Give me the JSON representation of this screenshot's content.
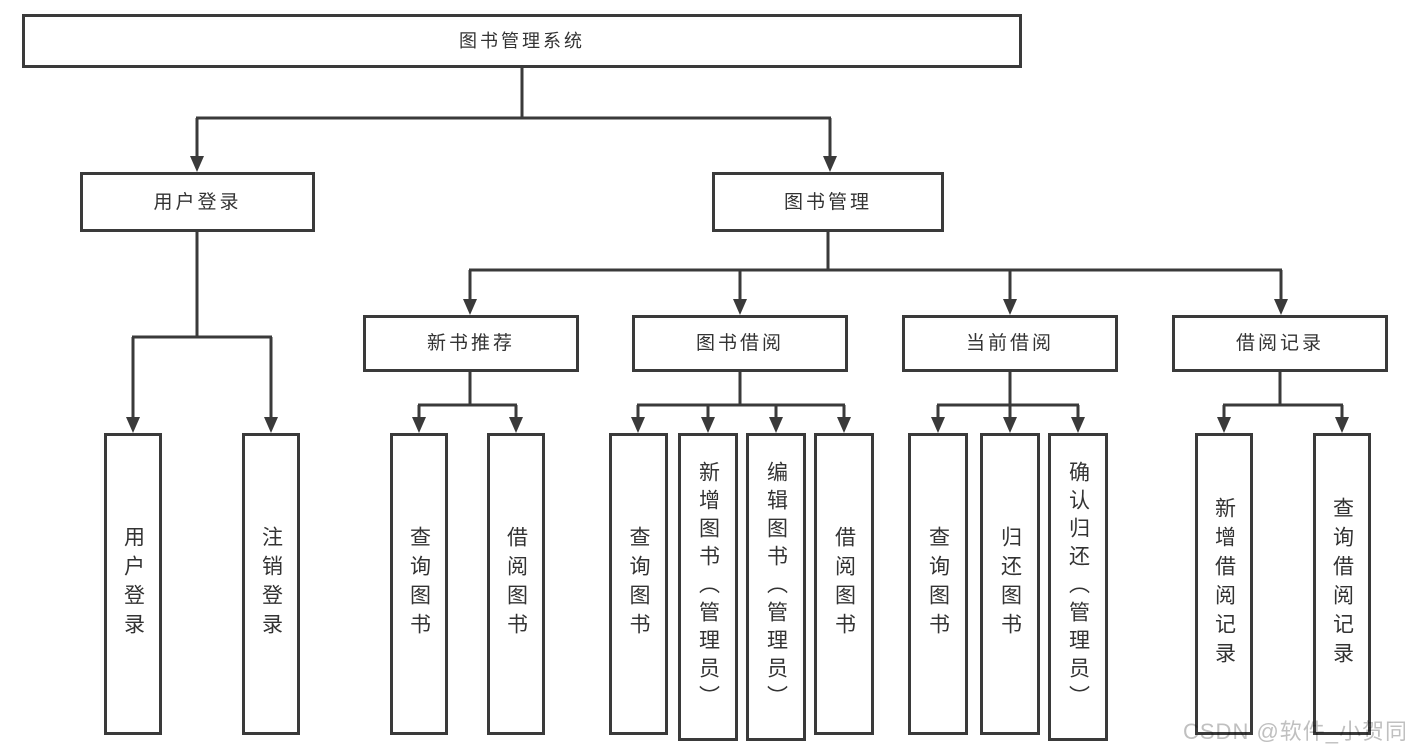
{
  "diagram": {
    "title_node": {
      "label": "图书管理系统"
    },
    "level2": [
      {
        "label": "用户登录"
      },
      {
        "label": "图书管理"
      }
    ],
    "level3": [
      {
        "label": "新书推荐"
      },
      {
        "label": "图书借阅"
      },
      {
        "label": "当前借阅"
      },
      {
        "label": "借阅记录"
      }
    ],
    "leaves": {
      "user_login": [
        {
          "label": "用户登录"
        },
        {
          "label": "注销登录"
        }
      ],
      "new_book_recommend": [
        {
          "label": "查询图书"
        },
        {
          "label": "借阅图书"
        }
      ],
      "book_borrowing": [
        {
          "label": "查询图书"
        },
        {
          "label": "新增图书（管理员）"
        },
        {
          "label": "编辑图书（管理员）"
        },
        {
          "label": "借阅图书"
        }
      ],
      "current_borrowing": [
        {
          "label": "查询图书"
        },
        {
          "label": "归还图书"
        },
        {
          "label": "确认归还（管理员）"
        }
      ],
      "borrowing_records": [
        {
          "label": "新增借阅记录"
        },
        {
          "label": "查询借阅记录"
        }
      ]
    }
  },
  "watermark": {
    "text": "CSDN @软件_小贺同学"
  },
  "colors": {
    "line": "#3a3a3a",
    "border": "#3a3a3a",
    "text": "#333333",
    "fill": "#ffffff",
    "background": "#ffffff",
    "watermark": "#c0c0c0"
  }
}
